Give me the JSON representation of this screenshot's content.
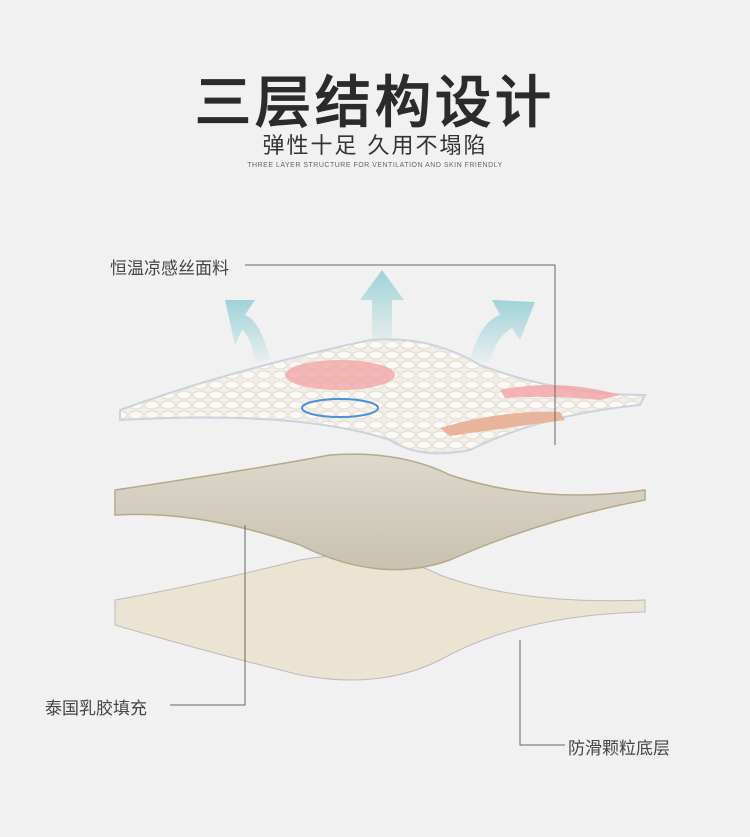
{
  "header": {
    "title": "三层结构设计",
    "subtitle": "弹性十足  久用不塌陷",
    "english": "THREE LAYER STRUCTURE FOR VENTILATION AND SKIN FRIENDLY"
  },
  "layers": [
    {
      "label": "恒温凉感丝面料"
    },
    {
      "label": "泰国乳胶填充"
    },
    {
      "label": "防滑颗粒底层"
    }
  ],
  "colors": {
    "background": "#f1f1f1",
    "arrow": "#9fd3d8",
    "latex": "#d9d4c4",
    "base": "#ece4d2"
  }
}
